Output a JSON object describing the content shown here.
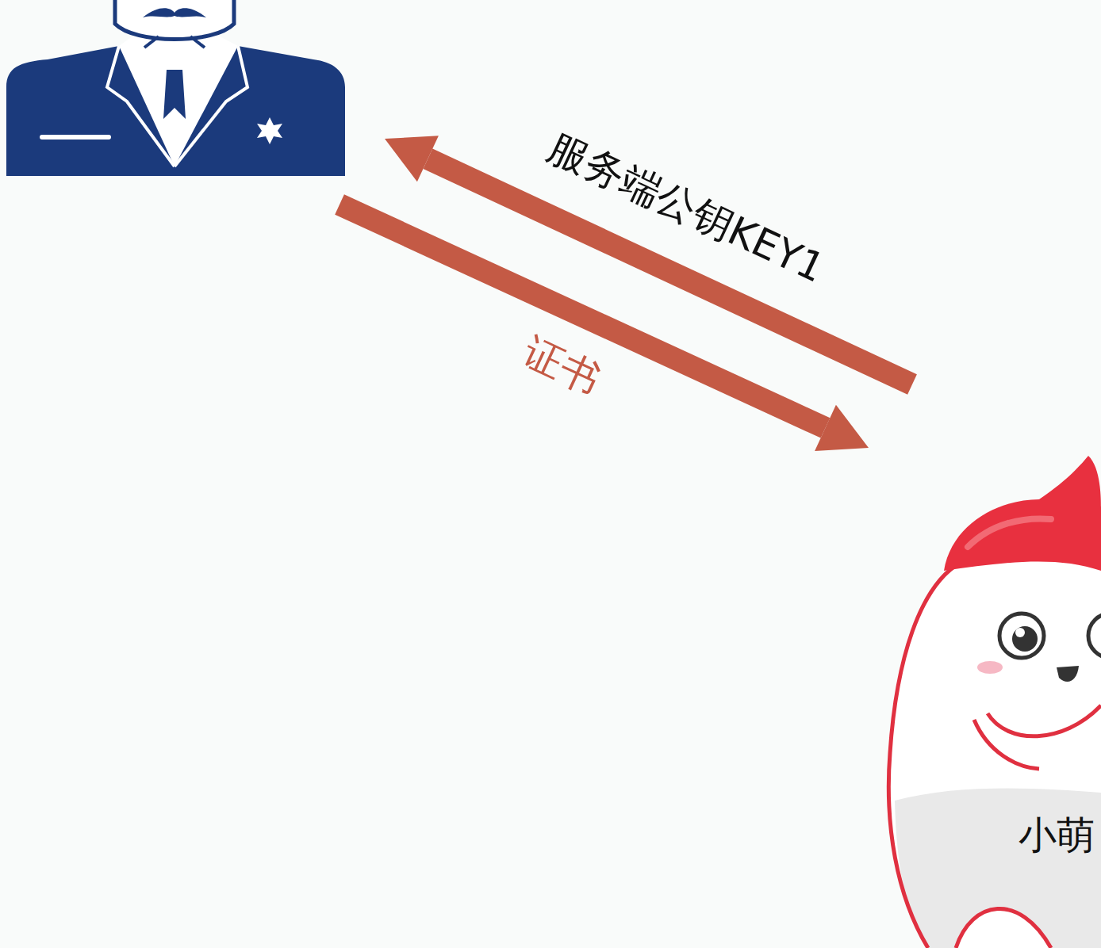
{
  "diagram": {
    "nodes": [
      {
        "text": [
          "小萌"
        ]
      }
    ],
    "labels": [
      "服务端公钥KEY1",
      "证书"
    ]
  }
}
